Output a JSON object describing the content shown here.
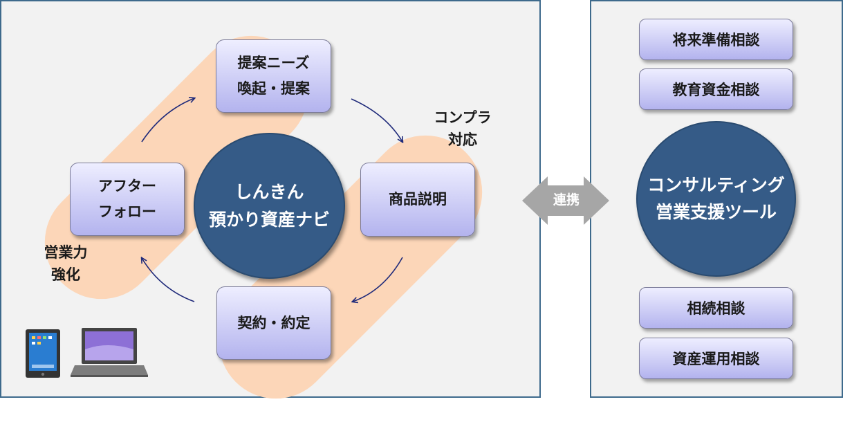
{
  "diagram": {
    "center": {
      "lines": [
        "しんきん",
        "預かり資産ナビ"
      ]
    },
    "steps": {
      "proposal": {
        "lines": [
          "提案ニーズ",
          "喚起・提案"
        ]
      },
      "product": {
        "lines": [
          "商品説明"
        ]
      },
      "contract": {
        "lines": [
          "契約・約定"
        ]
      },
      "after": {
        "lines": [
          "アフター",
          "フォロー"
        ]
      }
    },
    "compliance_label": {
      "lines": [
        "コンプラ",
        "対応"
      ]
    },
    "sales_label": {
      "lines": [
        "営業力",
        "強化"
      ]
    },
    "link_label": "連携",
    "tool": {
      "lines": [
        "コンサルティング",
        "営業支援ツール"
      ]
    },
    "consultations": [
      "将来準備相談",
      "教育資金相談",
      "相続相談",
      "資産運用相談"
    ],
    "icons": [
      "tablet-icon",
      "laptop-icon"
    ]
  },
  "colors": {
    "circle": "#355b87",
    "pill": "#fcd6b8",
    "box_top": "#eeeeff",
    "box_bottom": "#b3b3ee",
    "arrow": "#1f2a7a",
    "link_arrow": "#a6a6a6",
    "panel_border": "#3e6a8c"
  }
}
